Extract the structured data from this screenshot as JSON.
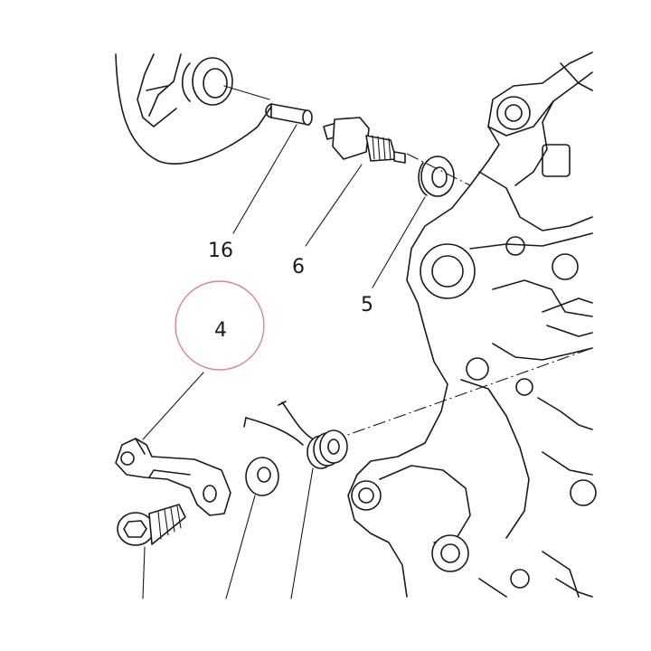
{
  "callouts": {
    "c16": "16",
    "c6": "6",
    "c5": "5",
    "c4": "4"
  },
  "colors": {
    "line": "#1a1a1a",
    "highlight_circle": "#d9858c",
    "background": "#ffffff"
  }
}
